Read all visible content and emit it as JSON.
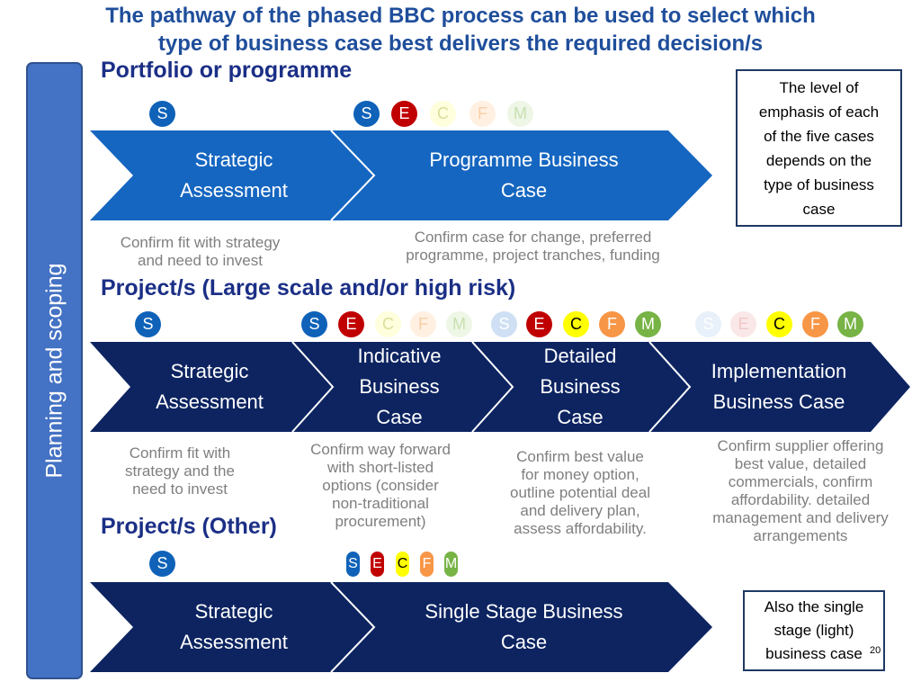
{
  "title_line1": "The pathway of the phased BBC process can be used to select which",
  "title_line2": "type of business case best delivers the required decision/s",
  "sidebar_label": "Planning and scoping",
  "sections": {
    "portfolio": "Portfolio or programme",
    "large": "Project/s (Large scale and/or high risk)",
    "other": "Project/s (Other)"
  },
  "portfolio": {
    "stage1": "Strategic\nAssessment",
    "stage2": "Programme Business\nCase",
    "desc1": "Confirm fit with strategy\nand need to invest",
    "desc2": "Confirm case for change, preferred\nprogramme, project tranches, funding"
  },
  "large": {
    "stage1": "Strategic\nAssessment",
    "stage2": "Indicative\nBusiness\nCase",
    "stage3": "Detailed\nBusiness\nCase",
    "stage4": "Implementation\nBusiness Case",
    "desc1": "Confirm fit with\nstrategy and the\nneed to invest",
    "desc2": "Confirm way forward\nwith short-listed\noptions (consider\nnon-traditional\nprocurement)",
    "desc3": "Confirm best value\nfor money option,\noutline potential deal\nand delivery plan,\nassess affordability.",
    "desc4": "Confirm  supplier offering\nbest value, detailed\ncommercials, confirm\naffordability. detailed\nmanagement and delivery\narrangements"
  },
  "other": {
    "stage1": "Strategic\nAssessment",
    "stage2": "Single Stage Business\nCase"
  },
  "callout_top": "The level of\nemphasis of each\nof the five cases\ndepends on the\ntype of business\ncase",
  "callout_bottom": "Also the single\nstage (light)\nbusiness case",
  "page_number": "20",
  "case_letters": {
    "s": "S",
    "e": "E",
    "c": "C",
    "f": "F",
    "m": "M"
  },
  "colors": {
    "title": "#1f4e9b",
    "section": "#1b2f86",
    "sidebar": "#4472c4",
    "arrow_portfolio": "#1566c0",
    "arrow_project": "#0d2461",
    "case_s": "#0f62b8",
    "case_e": "#c00000",
    "case_c": "#ffff00",
    "case_f": "#f79646",
    "case_m": "#77b345"
  },
  "icons": [
    "chevron-arrow-shape",
    "case-indicator-circle"
  ]
}
